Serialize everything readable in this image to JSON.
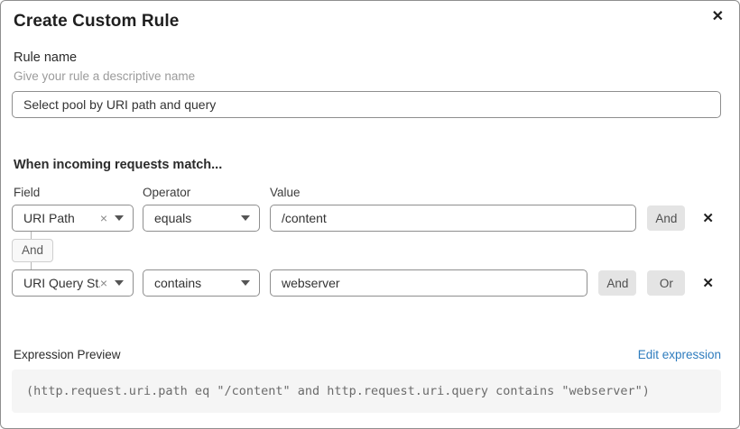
{
  "dialog": {
    "title": "Create Custom Rule",
    "close_icon": "✕"
  },
  "rule_name": {
    "label": "Rule name",
    "hint": "Give your rule a descriptive name",
    "value": "Select pool by URI path and query"
  },
  "match_section": {
    "heading": "When incoming requests match...",
    "column_labels": {
      "field": "Field",
      "operator": "Operator",
      "value": "Value"
    },
    "group_connector": "And",
    "rows": [
      {
        "field": "URI Path",
        "clear_icon": "×",
        "operator": "equals",
        "value": "/content",
        "buttons": [
          "And"
        ],
        "delete_icon": "✕"
      },
      {
        "field": "URI Query St...",
        "clear_icon": "×",
        "operator": "contains",
        "value": "webserver",
        "buttons": [
          "And",
          "Or"
        ],
        "delete_icon": "✕"
      }
    ]
  },
  "expression": {
    "label": "Expression Preview",
    "edit_link": "Edit expression",
    "code": "(http.request.uri.path eq \"/content\" and http.request.uri.query contains \"webserver\")"
  },
  "colors": {
    "link_blue": "#2e7cbe",
    "button_gray": "#e4e4e4",
    "expr_box_gray": "#f5f5f5",
    "border_gray": "#8e8e8e"
  }
}
